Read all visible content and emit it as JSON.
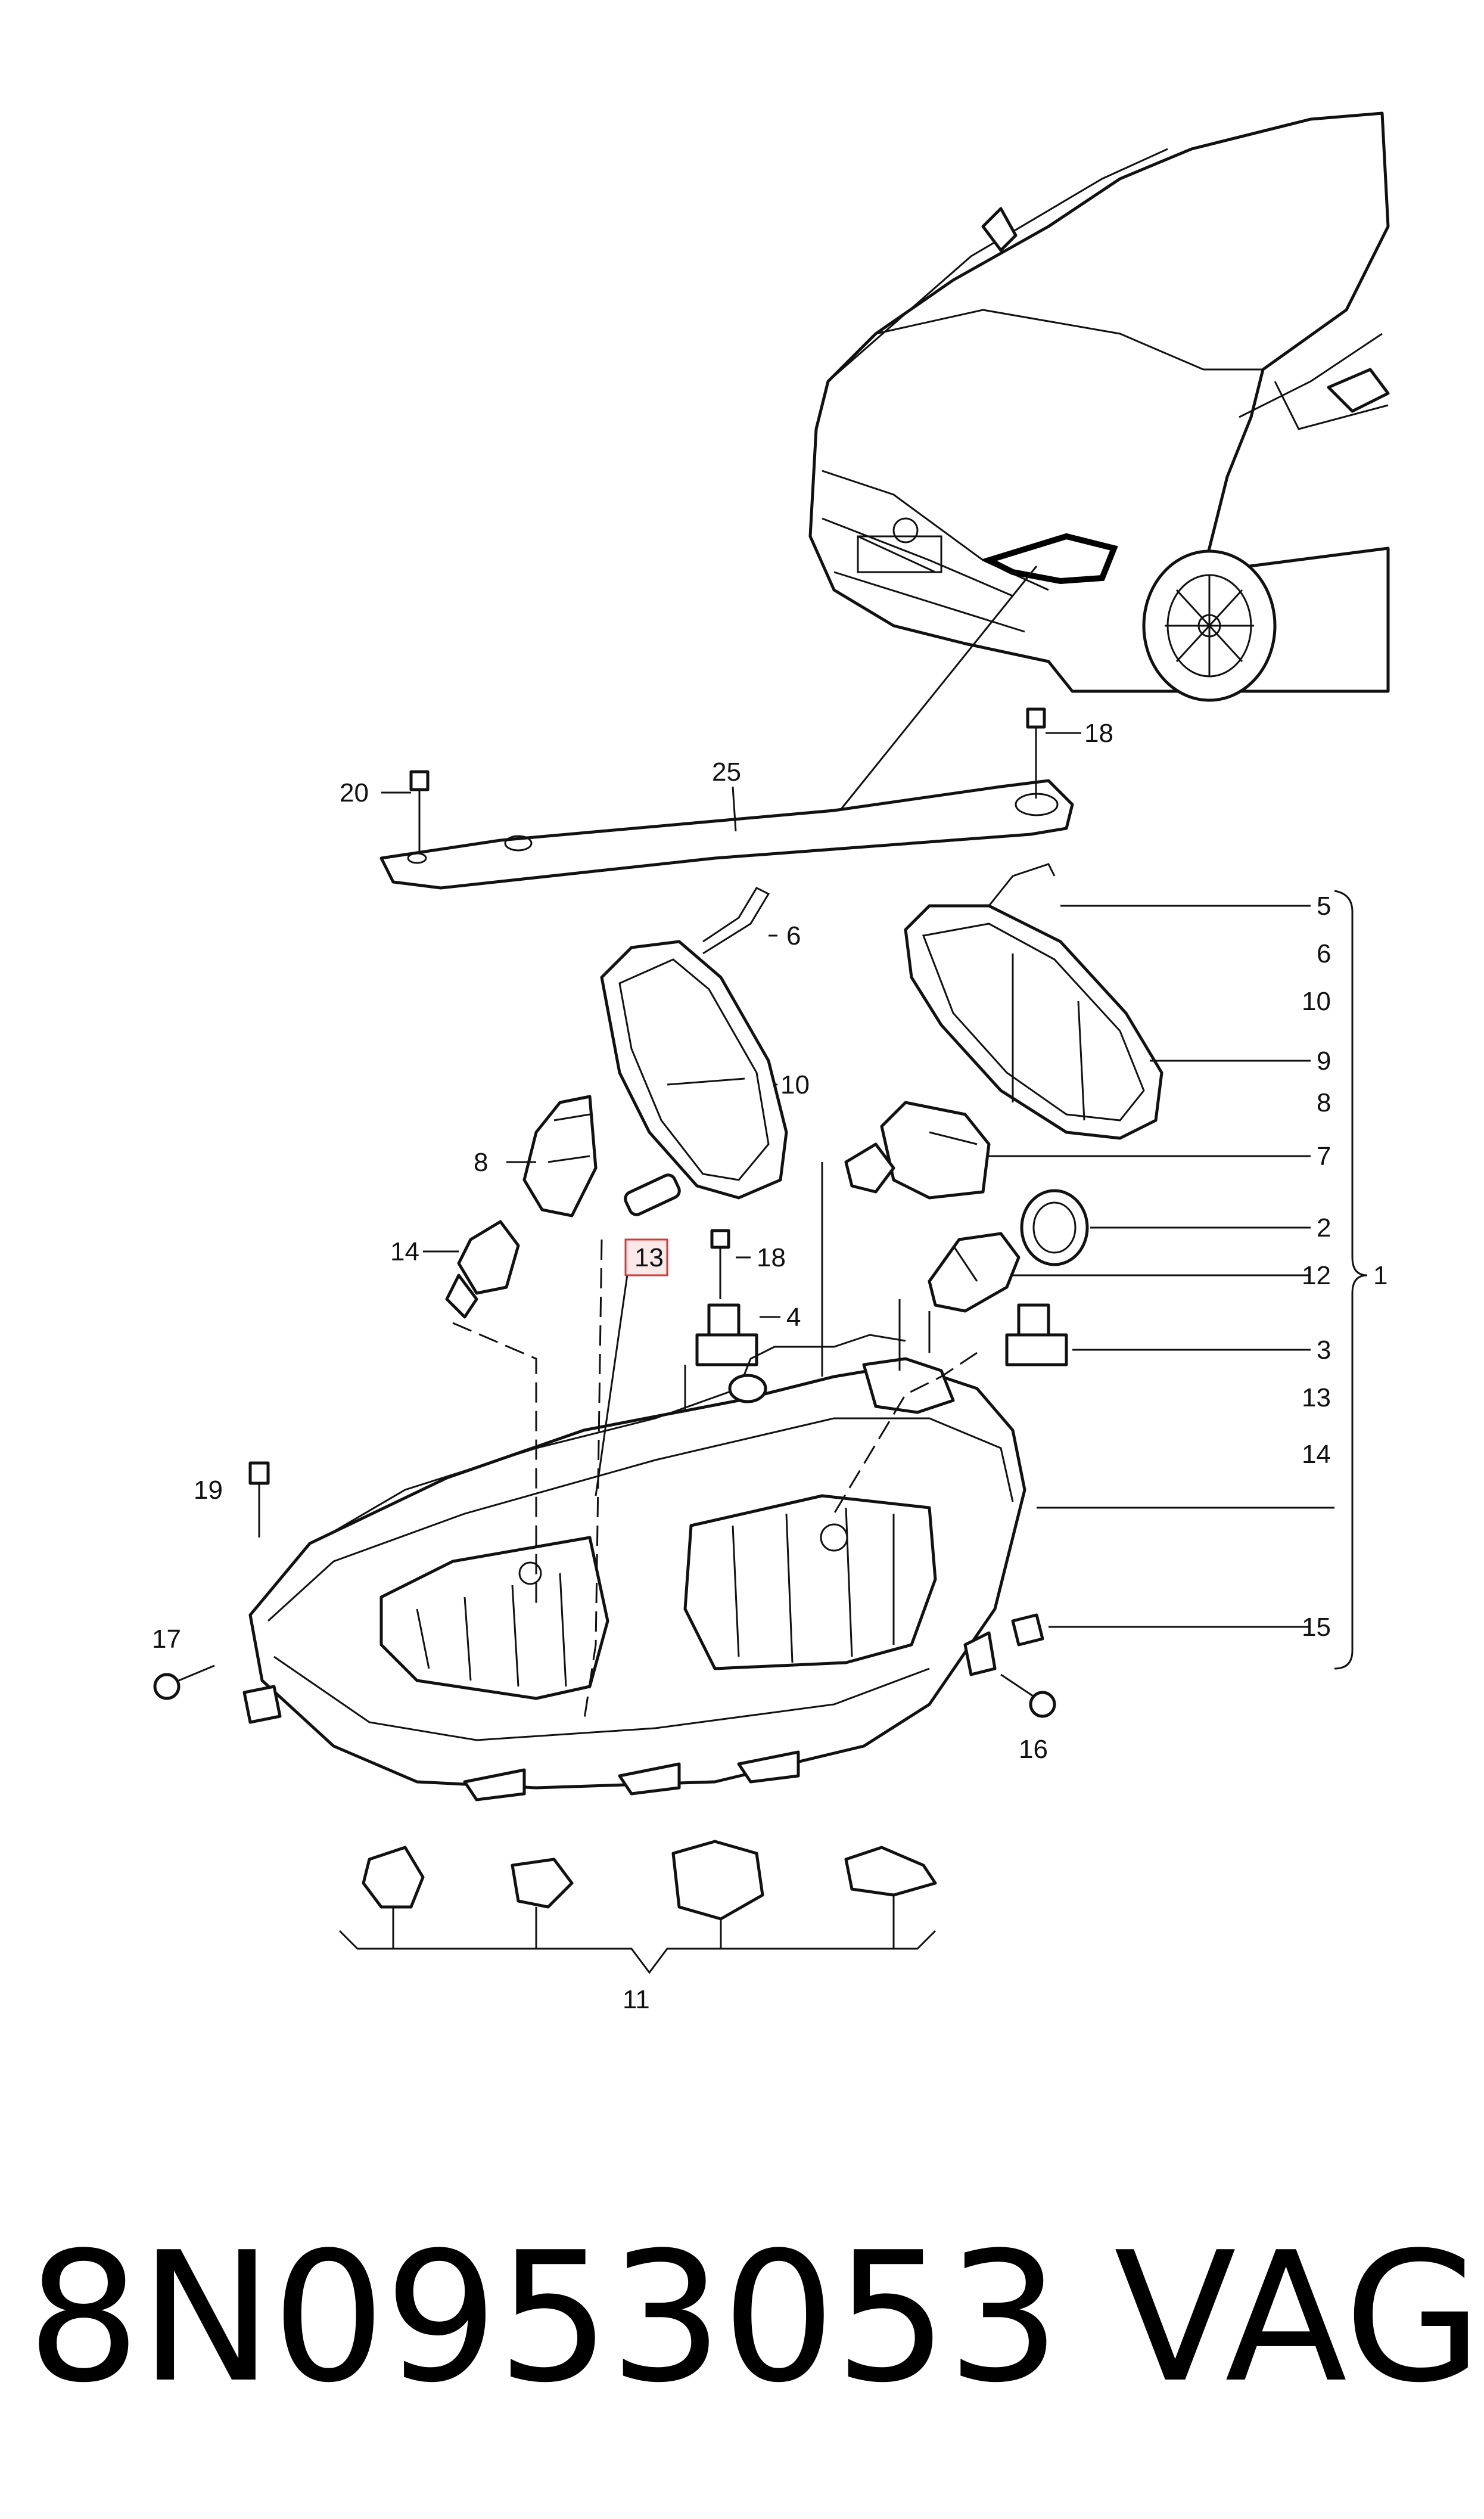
{
  "diagram": {
    "callouts": {
      "c20": "20",
      "c25": "25",
      "c18a": "18",
      "c5": "5",
      "c6a": "6",
      "c6b": "6",
      "c10a": "10",
      "c10b": "10",
      "c9": "9",
      "c8a": "8",
      "c8b": "8",
      "c7": "7",
      "c2": "2",
      "c14a": "14",
      "c13a": "13",
      "c18b": "18",
      "c4": "4",
      "c12": "12",
      "c1": "1",
      "c3": "3",
      "c13b": "13",
      "c14b": "14",
      "c19": "19",
      "c17": "17",
      "c15": "15",
      "c16": "16",
      "c11": "11"
    }
  },
  "footer": {
    "part_number": "8N0953053",
    "brand": "VAG"
  }
}
